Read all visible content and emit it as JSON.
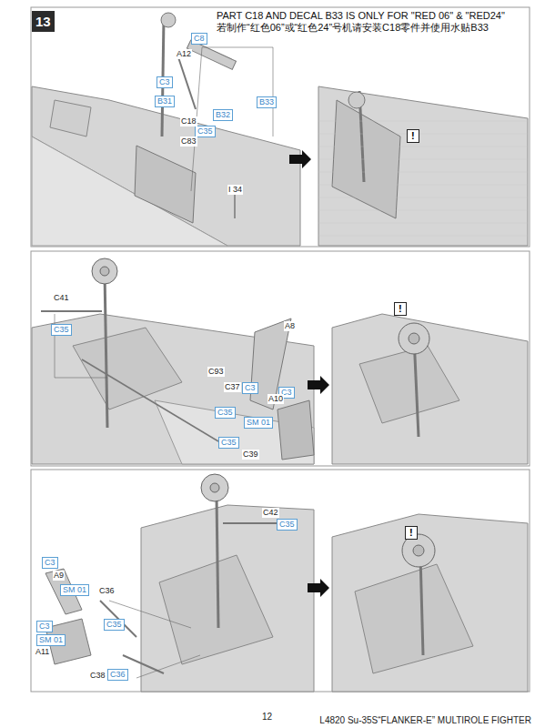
{
  "diagram": {
    "nodes": [
      {
        "text": [
          "13"
        ]
      },
      {
        "text": [
          "PART C18 AND DECAL B33 IS ONLY FOR \"RED 06\" & \"RED24\"",
          "若制作“红色06”或“红色24”号机请安装C18零件并使用水贴B33"
        ]
      },
      {
        "text": [
          "C8"
        ]
      },
      {
        "text": [
          "C3"
        ]
      },
      {
        "text": [
          "B31"
        ]
      },
      {
        "text": [
          "B33"
        ]
      },
      {
        "text": [
          "B32"
        ]
      },
      {
        "text": [
          "C35"
        ]
      },
      {
        "text": [
          "!"
        ]
      },
      {
        "text": [
          "C35"
        ]
      },
      {
        "text": [
          "!"
        ]
      },
      {
        "text": [
          "C3"
        ]
      },
      {
        "text": [
          "C3"
        ]
      },
      {
        "text": [
          "C35"
        ]
      },
      {
        "text": [
          "SM 01"
        ]
      },
      {
        "text": [
          "C35"
        ]
      },
      {
        "text": [
          "C35"
        ]
      },
      {
        "text": [
          "!"
        ]
      },
      {
        "text": [
          "C3"
        ]
      },
      {
        "text": [
          "SM 01"
        ]
      },
      {
        "text": [
          "C35"
        ]
      },
      {
        "text": [
          "C3"
        ]
      },
      {
        "text": [
          "SM 01"
        ]
      },
      {
        "text": [
          "C36"
        ]
      }
    ],
    "labels": [
      "A12",
      "C18",
      "C83",
      "I 34",
      "C41",
      "A8",
      "C93",
      "C37",
      "A10",
      "C39",
      "C42",
      "A9",
      "C36",
      "A11",
      "C38",
      "12",
      "L4820 Su-35S“FLANKER-E” MULTIROLE FIGHTER"
    ]
  }
}
